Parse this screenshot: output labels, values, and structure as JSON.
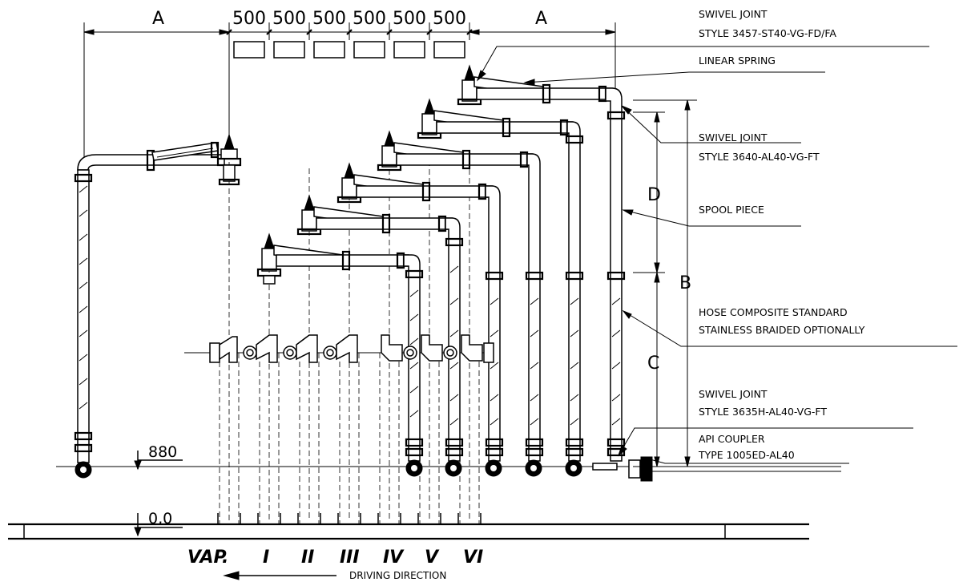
{
  "dimensions": {
    "top_left": "A",
    "spacing": [
      "500",
      "500",
      "500",
      "500",
      "500",
      "500"
    ],
    "top_right": "A",
    "right_upper": "D",
    "right_lower": "C",
    "right_total": "B",
    "elevation_coupler": "880",
    "elevation_ground": "0,0"
  },
  "callouts": {
    "swivel_top_line1": "SWIVEL JOINT",
    "swivel_top_line2": "STYLE 3457-ST40-VG-FD/FA",
    "linear_spring": "LINEAR SPRING",
    "swivel_mid_line1": "SWIVEL JOINT",
    "swivel_mid_line2": "STYLE 3640-AL40-VG-FT",
    "spool_piece": "SPOOL PIECE",
    "hose_line1": "HOSE COMPOSITE STANDARD",
    "hose_line2": "STAINLESS BRAIDED OPTIONALLY",
    "swivel_low_line1": "SWIVEL JOINT",
    "swivel_low_line2": "STYLE 3635H-AL40-VG-FT",
    "api_line1": "API COUPLER",
    "api_line2": "TYPE 1005ED-AL40"
  },
  "positions": [
    "VAP.",
    "I",
    "II",
    "III",
    "IV",
    "V",
    "VI"
  ],
  "driving_direction": "DRIVING DIRECTION"
}
